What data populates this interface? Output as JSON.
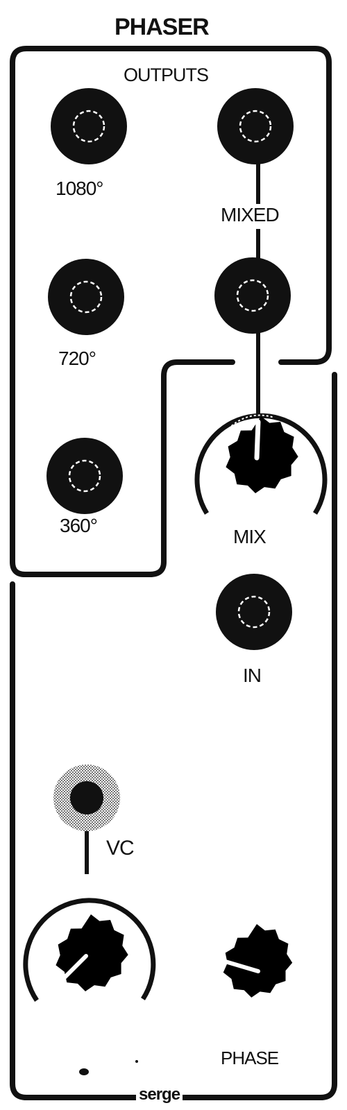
{
  "module": {
    "title": "PHASER",
    "brand": "serge"
  },
  "outputs_section": {
    "heading": "OUTPUTS",
    "jacks": {
      "out_1080": "1080°",
      "out_720": "720°",
      "out_360": "360°",
      "mixed": "MIXED"
    }
  },
  "controls": {
    "mix_knob": {
      "label": "MIX"
    },
    "in_jack": {
      "label": "IN"
    },
    "vc_jack": {
      "label": "VC"
    },
    "phase_knob": {
      "label": "PHASE"
    }
  },
  "colors": {
    "ink": "#111111",
    "panel": "#ffffff",
    "jack_ring_dotted": "#8a8a8a"
  }
}
